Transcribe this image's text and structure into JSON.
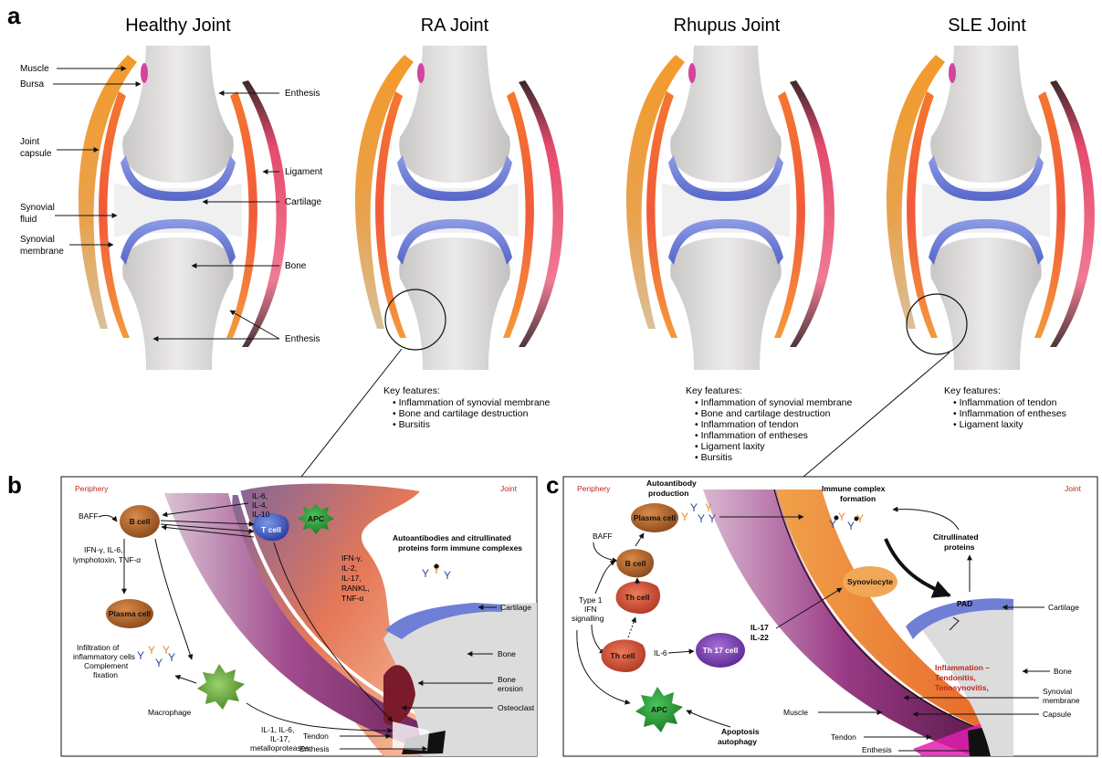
{
  "panel_a": {
    "letter": "a",
    "titles": [
      "Healthy Joint",
      "RA Joint",
      "Rhupus Joint",
      "SLE Joint"
    ],
    "left_labels": {
      "muscle": "Muscle",
      "bursa": "Bursa",
      "joint_capsule_1": "Joint",
      "joint_capsule_2": "capsule",
      "synovial_fluid_1": "Synovial",
      "synovial_fluid_2": "fluid",
      "synovial_membrane_1": "Synovial",
      "synovial_membrane_2": "membrane"
    },
    "right_labels": {
      "enthesis_top": "Enthesis",
      "ligament": "Ligament",
      "cartilage": "Cartilage",
      "bone": "Bone",
      "enthesis_bottom": "Enthesis"
    },
    "key_features": {
      "heading": "Key features:",
      "ra": [
        "• Inflammation of synovial membrane",
        "• Bone and cartilage destruction",
        "• Bursitis"
      ],
      "rhupus": [
        "• Inflammation of synovial membrane",
        "• Bone and cartilage destruction",
        "• Inflammation of tendon",
        "• Inflammation of entheses",
        "• Ligament laxity",
        "• Bursitis"
      ],
      "sle": [
        "• Inflammation of tendon",
        "• Inflammation of entheses",
        "• Ligament laxity"
      ]
    }
  },
  "panel_b": {
    "letter": "b",
    "periphery": "Periphery",
    "joint": "Joint",
    "baff": "BAFF",
    "b_cell": "B cell",
    "t_cell": "T cell",
    "apc": "APC",
    "plasma_cell": "Plasma cell",
    "macrophage": "Macrophage",
    "cytokines_top": [
      "IL-6,",
      "IL-4,",
      "IL-10"
    ],
    "cytokines_left": [
      "IFN-γ, IL-6,",
      "lymphotoxin, TNF-α"
    ],
    "cytokines_mid": [
      "IFN-γ,",
      "IL-2,",
      "IL-17,",
      "RANKL,",
      "TNF-α"
    ],
    "infiltration": [
      "Infiltration of",
      "inflammatory cells",
      "Complement",
      "fixation"
    ],
    "macrophage_products": [
      "IL-1, IL-6,",
      "IL-17,",
      "metalloproteases"
    ],
    "autoantibodies": [
      "Autoantibodies and citrullinated",
      "proteins form immune complexes"
    ],
    "cartilage": "Cartilage",
    "bone": "Bone",
    "bone_erosion": [
      "Bone",
      "erosion"
    ],
    "osteoclast": "Osteoclast",
    "tendon": "Tendon",
    "enthesis": "Enthesis"
  },
  "panel_c": {
    "letter": "c",
    "periphery": "Periphery",
    "joint": "Joint",
    "autoantibody_production": [
      "Autoantibody",
      "production"
    ],
    "immune_complex": [
      "Immune complex",
      "formation"
    ],
    "plasma_cell": "Plasma cell",
    "baff": "BAFF",
    "b_cell": "B cell",
    "th_cell": "Th cell",
    "th_cell_2": "Th cell",
    "th17_cell": "Th 17 cell",
    "apc": "APC",
    "synoviocyte": "Synoviocyte",
    "type1_ifn": [
      "Type 1",
      "IFN",
      "signalling"
    ],
    "il6": "IL-6",
    "il17_22": [
      "IL-17",
      "IL-22"
    ],
    "citrullinated": [
      "Citrullinated",
      "proteins"
    ],
    "pad": "PAD",
    "cartilage": "Cartilage",
    "bone": "Bone",
    "inflammation": [
      "Inflammation –",
      "Tendonitis,",
      "Tenosynovitis,"
    ],
    "synovial_membrane": [
      "Synovial",
      "membrane"
    ],
    "capsule": "Capsule",
    "muscle": "Muscle",
    "tendon": "Tendon",
    "enthesis": "Enthesis",
    "apoptosis": [
      "Apoptosis",
      "autophagy"
    ]
  },
  "colors": {
    "cartilage": "#6f7fd6",
    "muscle": "#e98a25",
    "ligament": "#e8486b",
    "bursa": "#d2459f",
    "b_cell": "#a65a22",
    "t_cell": "#3a5fc9",
    "apc": "#2a9a3a",
    "macrophage": "#6aa53a",
    "th_cell": "#cc4a36",
    "th17": "#7a3aa8",
    "synoviocyte": "#f0a858",
    "red_text": "#c0261e"
  }
}
